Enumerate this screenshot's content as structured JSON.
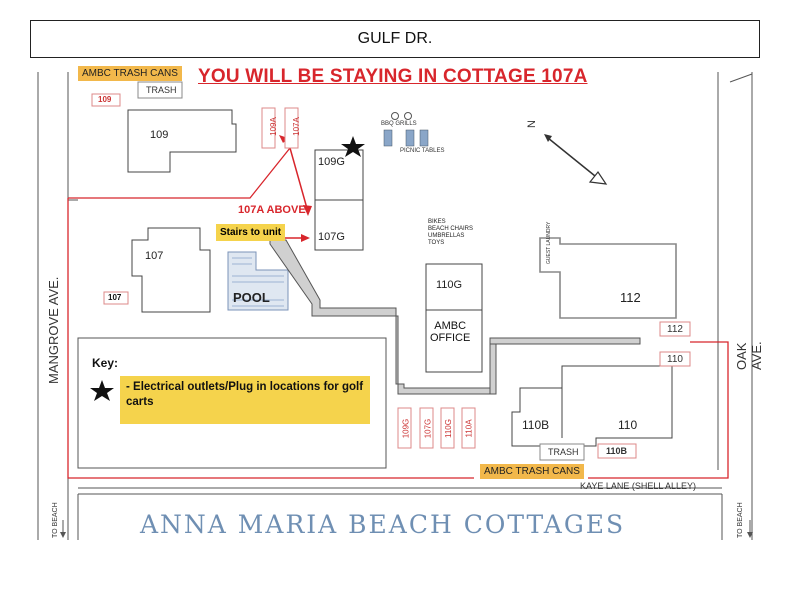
{
  "street_top": "GULF DR.",
  "title": "YOU WILL BE STAYING IN COTTAGE 107A",
  "trash_cans_top": "AMBC TRASH CANS",
  "trash_cans_bottom": "AMBC TRASH CANS",
  "trash_label_top": "TRASH",
  "trash_label_bottom": "TRASH",
  "buildings": {
    "b109": "109",
    "b109a": "109A",
    "b107a": "107A",
    "b109g": "109G",
    "b107g": "107G",
    "b107": "107",
    "b110g": "110G",
    "b112": "112",
    "b110b": "110B",
    "b110": "110"
  },
  "parking_labels": {
    "p109": "109",
    "p107": "107",
    "p112": "112",
    "p110": "110",
    "p110b": "110B",
    "p109g": "109G",
    "p107g": "107G",
    "p110g": "110G",
    "p110a": "110A"
  },
  "office": {
    "line1": "AMBC",
    "line2": "OFFICE"
  },
  "bbq": "BBQ GRILLS",
  "picnic": "PICNIC TABLES",
  "amenities": [
    "BIKES",
    "BEACH CHAIRS",
    "UMBRELLAS",
    "TOYS"
  ],
  "guest_laundry": "GUEST LAUNDRY",
  "above_label": "107A ABOVE",
  "stairs_label": "Stairs to unit",
  "pool": "POOL",
  "north": "N",
  "key_title": "Key:",
  "key_text": "- Electrical outlets/Plug in locations for golf carts",
  "street_left": "MANGROVE AVE.",
  "street_right": "OAK AVE.",
  "kaye_lane": "KAYE LANE (SHELL ALLEY)",
  "to_beach": "TO BEACH",
  "brand": "ANNA MARIA BEACH COTTAGES",
  "colors": {
    "red": "#d8262c",
    "yellow": "#f5d34c",
    "orange": "#f2b84b",
    "brand_blue": "#6f8fb3"
  }
}
